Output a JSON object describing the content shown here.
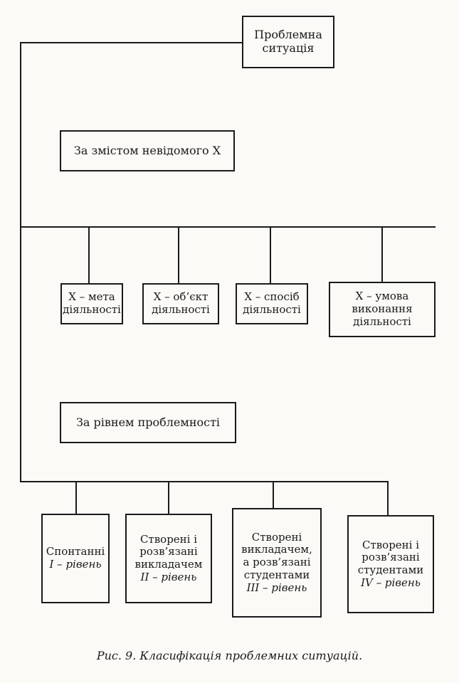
{
  "root": {
    "line1": "Проблемна",
    "line2": "ситуація"
  },
  "group_content": {
    "label": "За змістом невідомого Х"
  },
  "content_items": [
    {
      "line1": "Х – мета",
      "line2": "діяльності",
      "line3": ""
    },
    {
      "line1": "Х – об’єкт",
      "line2": "діяльності",
      "line3": ""
    },
    {
      "line1": "Х – спосіб",
      "line2": "діяльності",
      "line3": ""
    },
    {
      "line1": "Х – умова",
      "line2": "виконання",
      "line3": "діяльності"
    }
  ],
  "group_level": {
    "label": "За рівнем проблемності"
  },
  "level_items": [
    {
      "lines": [
        "Спонтанні"
      ],
      "level": "I – рівень"
    },
    {
      "lines": [
        "Створені і",
        "розв’язані",
        "викладачем"
      ],
      "level": "II – рівень"
    },
    {
      "lines": [
        "Створені",
        "викладачем,",
        "а розв’язані",
        "студентами"
      ],
      "level": "III – рівень"
    },
    {
      "lines": [
        "Створені і",
        "розв’язані",
        "студентами"
      ],
      "level": "IV – рівень"
    }
  ],
  "caption": "Рис. 9. Класифікація проблемних ситуацій."
}
